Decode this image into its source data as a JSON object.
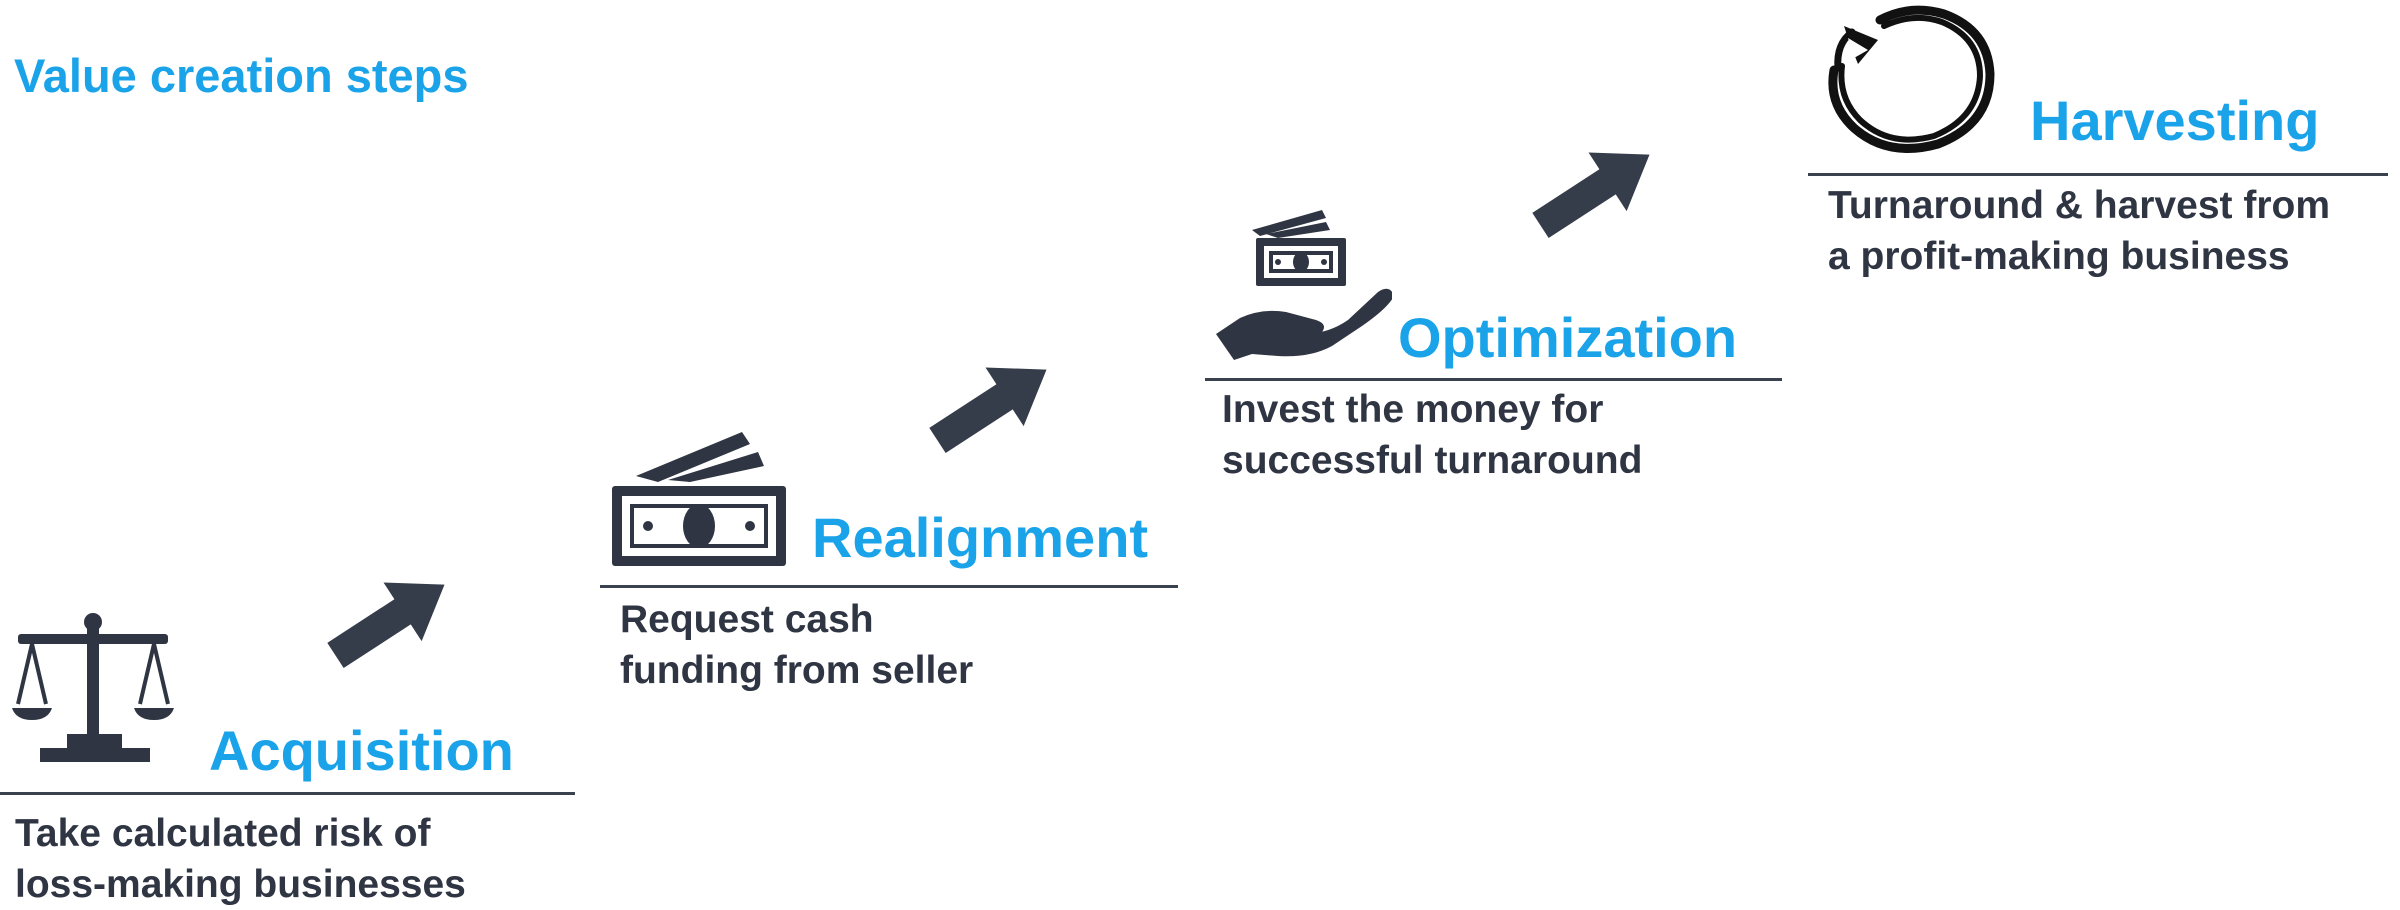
{
  "title": "Value creation steps",
  "colors": {
    "accent": "#1aa3e8",
    "dark": "#2f3542",
    "line": "#3a4250"
  },
  "steps": [
    {
      "name": "Acquisition",
      "icon": "scales-icon",
      "lines": [
        "Take calculated risk of",
        "loss-making businesses"
      ]
    },
    {
      "name": "Realignment",
      "icon": "cash-stack-icon",
      "lines": [
        "Request cash",
        "funding from seller"
      ]
    },
    {
      "name": "Optimization",
      "icon": "hand-cash-icon",
      "lines": [
        "Invest the money for",
        "successful turnaround"
      ]
    },
    {
      "name": "Harvesting",
      "icon": "cycle-icon",
      "lines": [
        "Turnaround & harvest from",
        "a profit-making business"
      ]
    }
  ]
}
